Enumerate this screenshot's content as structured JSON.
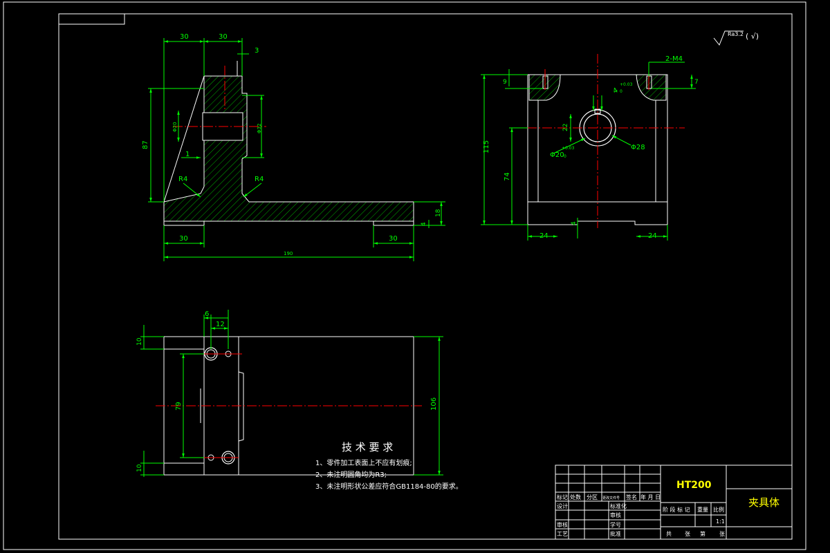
{
  "colors": {
    "background": "#000000",
    "outline": "#ffffff",
    "dimension": "#00ff00",
    "hatch": "#00c000",
    "centerline": "#ff0000",
    "note_text": "#ffffff",
    "material_text": "#ffff00",
    "part_name_text": "#ffff00",
    "titleblock_text": "#ffff00"
  },
  "front_view": {
    "dims": {
      "top_left_width": "30",
      "top_right_width": "30",
      "top_gap": "3",
      "overall_height": "87",
      "bore_left": "Φ20",
      "bore_right": "Φ32",
      "small_step": "1",
      "fillet_left": "R4",
      "fillet_right": "R4",
      "base_thickness": "18",
      "foot_height": "4",
      "bottom_left_width": "30",
      "bottom_right_width": "30",
      "overall_length": "190"
    }
  },
  "side_view": {
    "dims": {
      "threads": "2-M4",
      "thread_depth_left": "9",
      "thread_depth_right": "7",
      "keyway": "4",
      "keyway_tol": "+0.03",
      "keyway_tol_low": "0",
      "keyway_depth": "22",
      "bore": "Φ20",
      "bore_tol": "+0.03",
      "bore_tol_low": "0",
      "outer_dia": "Φ28",
      "overall_height": "115",
      "center_height": "74",
      "foot_height": "4",
      "left_width": "24",
      "right_width": "24"
    }
  },
  "top_view": {
    "dims": {
      "hole_offset": "6",
      "hole_spacing_x": "12",
      "top_margin": "10",
      "hole_spacing_y": "79",
      "overall_width": "106",
      "bottom_margin": "10"
    }
  },
  "roughness": {
    "symbol_value": "Ra3.2",
    "bracket_text": "( √)"
  },
  "notes": {
    "title": "技 术 要 求",
    "items": [
      "1、零件加工表面上不应有划痕;",
      "2、未注明圆角均为R3;",
      "3、未注明形状公差应符合GB1184-80的要求。"
    ]
  },
  "title_block": {
    "material": "HT200",
    "part_name": "夹具体",
    "scale": "1:1",
    "labels": {
      "mark": "标记",
      "count": "处数",
      "zone": "分区",
      "change_doc": "更改文件号",
      "sign": "签名",
      "date": "年 月 日",
      "design": "设计",
      "standardize": "标准化",
      "review": "审核",
      "craft": "工艺",
      "approve": "批准",
      "stage_mark": "阶 段 标 记",
      "weight": "重量",
      "ratio": "比例",
      "total": "共",
      "sheet": "张",
      "page": "第",
      "page_unit": "张",
      "check": "审核",
      "mark_2": "学号"
    }
  }
}
